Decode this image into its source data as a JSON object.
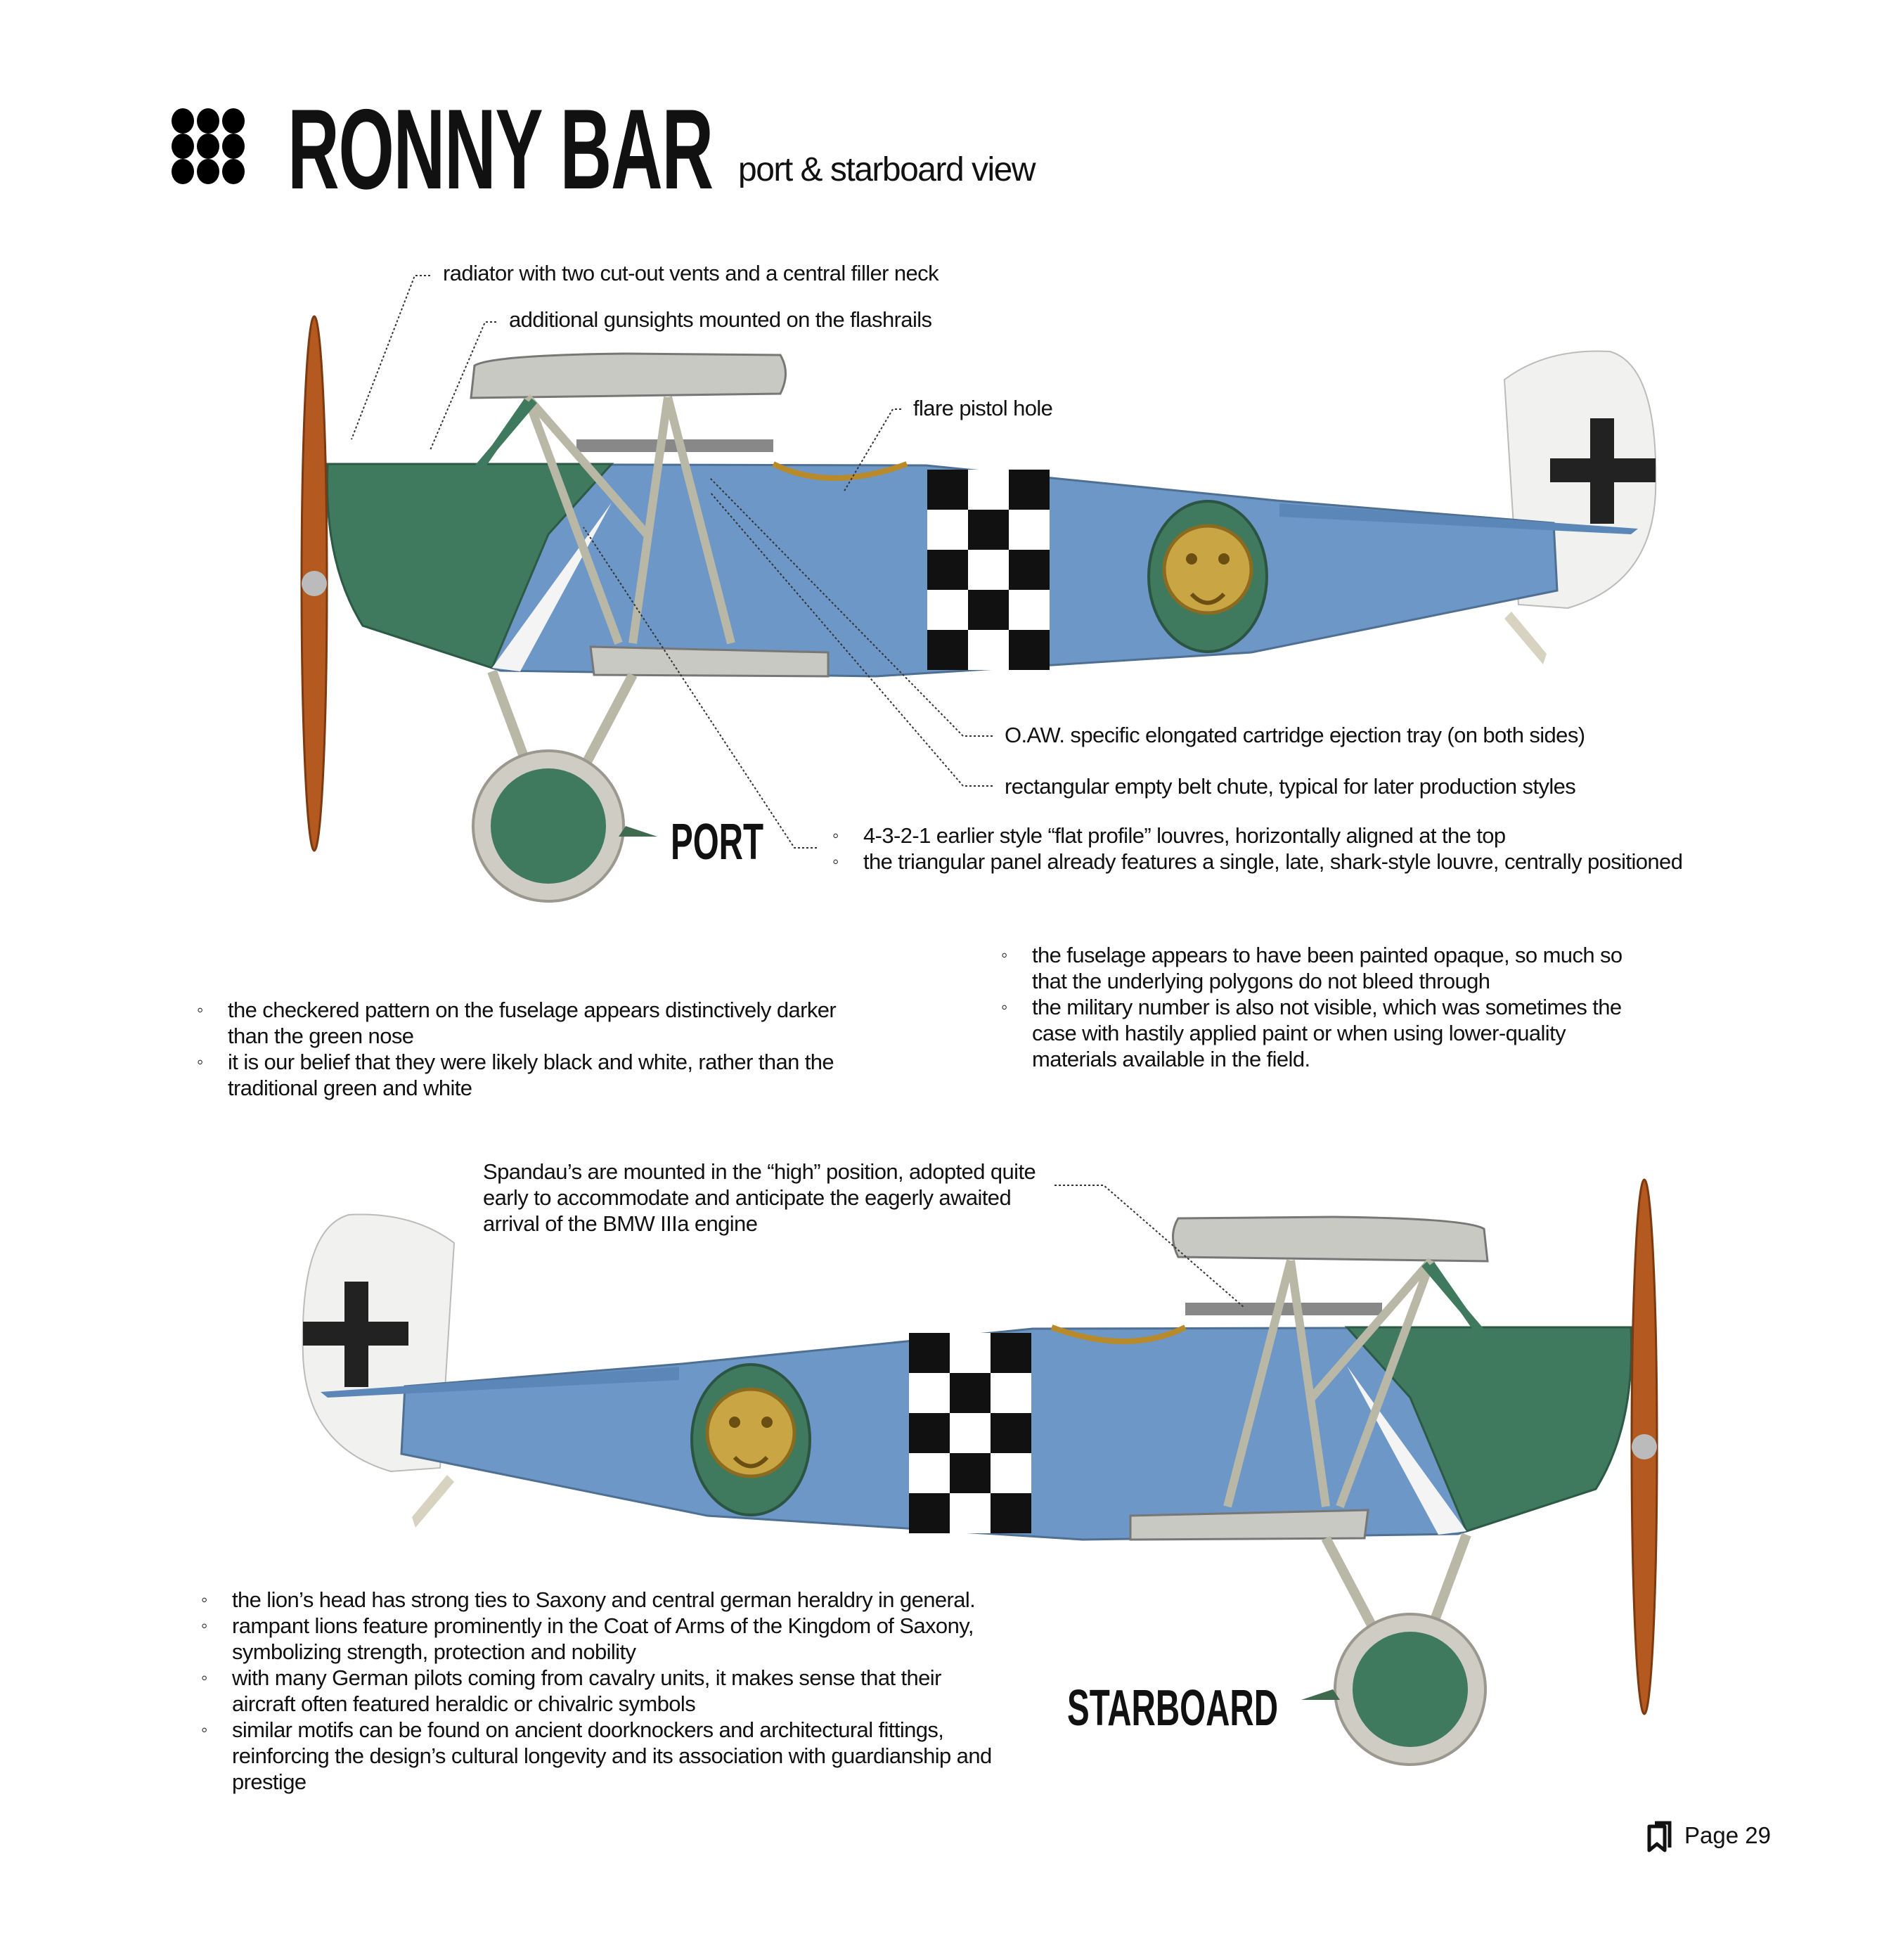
{
  "header": {
    "logo_icon": "nine-dots-icon",
    "title": "RONNY BAR",
    "subtitle": "port & starboard view"
  },
  "port": {
    "label": "PORT",
    "callouts": [
      "radiator with two cut-out vents and a central filler neck",
      "additional gunsights mounted on the flashrails",
      "flare pistol hole",
      "O.AW. specific elongated cartridge ejection tray (on both sides)",
      "rectangular empty belt chute, typical for later production styles"
    ],
    "louvre_notes": [
      "4-3-2-1 earlier style “flat profile” louvres, horizontally aligned at the top",
      "the triangular panel already features a single, late, shark-style louvre, centrally positioned"
    ]
  },
  "middle_notes": {
    "left": [
      "the checkered pattern on the fuselage appears distinctively darker than the green nose",
      "it is our belief that they were likely black and white, rather than the traditional green and white"
    ],
    "right": [
      "the fuselage appears to have been painted opaque, so much so that the underlying polygons do not bleed through",
      "the military number is also not visible, which was sometimes the case with hastily applied paint or when using lower-quality materials available in the field."
    ]
  },
  "starboard": {
    "label": "STARBOARD",
    "spandau_note": "Spandau’s are mounted in the “high” position, adopted quite early to accommodate and anticipate the eagerly awaited arrival of the BMW IIIa engine",
    "notes": [
      "the lion’s head has strong ties to Saxony and central german heraldry in general.",
      "rampant lions feature prominently in the Coat of Arms of the Kingdom of Saxony, symbolizing strength, protection and nobility",
      "with many German pilots coming from cavalry units, it makes sense that their aircraft often featured heraldic or chivalric symbols",
      "similar motifs can be found on ancient doorknockers and architectural fittings, reinforcing the design’s cultural longevity and its association with guardianship and prestige"
    ]
  },
  "footer": {
    "page_icon": "bookmark-icon",
    "page_label": "Page 29"
  },
  "colors": {
    "nose_green": "#3f7a5e",
    "fuselage_blue": "#6d97c6",
    "propeller": "#b45a20",
    "lion_gold": "#c9a544",
    "cross": "#222222"
  }
}
